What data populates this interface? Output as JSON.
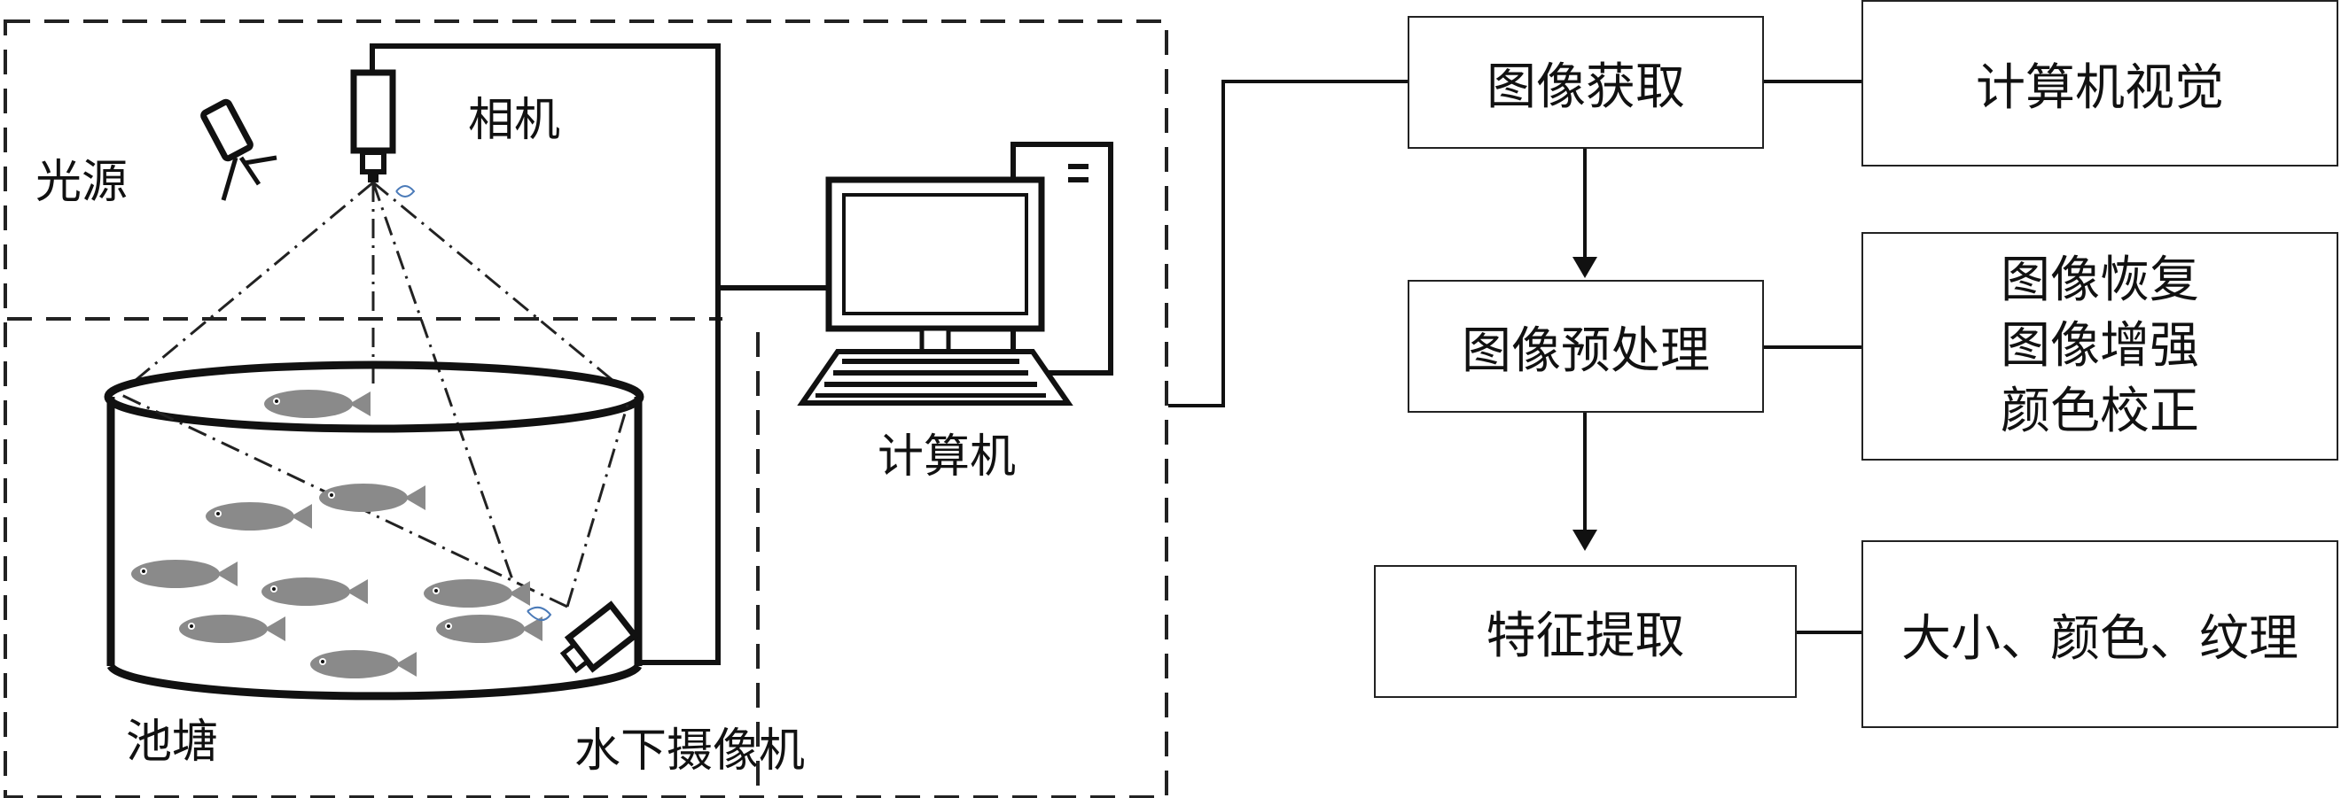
{
  "scene": {
    "light_source_label": "光源",
    "camera_label": "相机",
    "computer_label": "计算机",
    "pond_label": "池塘",
    "underwater_camera_label": "水下摄像机"
  },
  "flow": {
    "acquisition": "图像获取",
    "preprocessing": "图像预处理",
    "feature_extraction": "特征提取"
  },
  "notes": {
    "computer_vision": "计算机视觉",
    "preprocess_items": [
      "图像恢复",
      "图像增强",
      "颜色校正"
    ],
    "features": "大小、颜色、纹理"
  },
  "colors": {
    "line": "#111111",
    "fish": "#8a8a8a",
    "accent": "#4a7ab8"
  }
}
